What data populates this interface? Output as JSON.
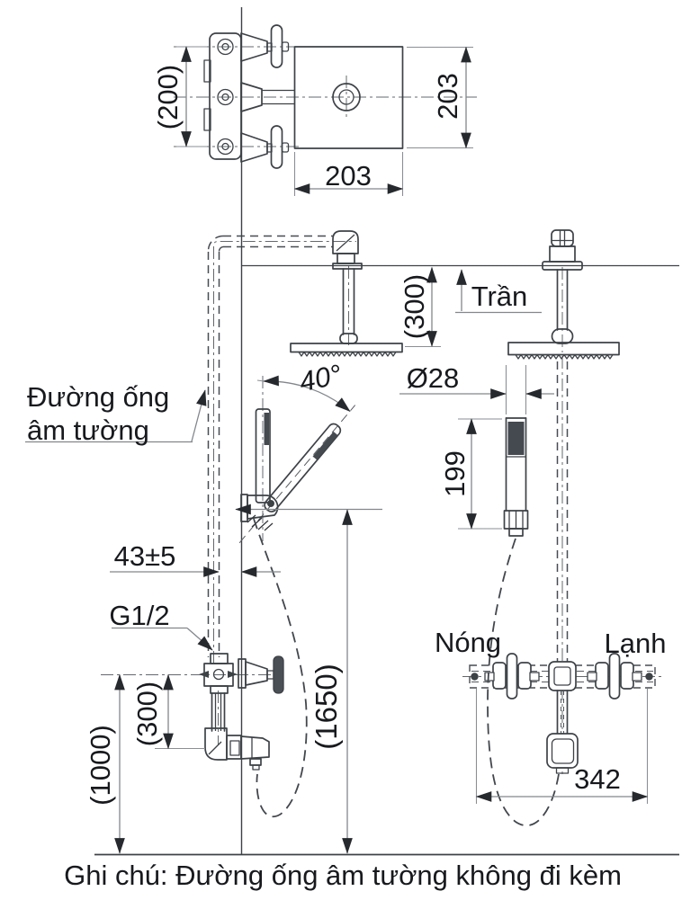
{
  "drawing": {
    "top_view": {
      "dim_mount_height": "(200)",
      "dim_plate_width": "203",
      "dim_plate_height": "203"
    },
    "left_view": {
      "pipe_label_line1": "Đường ống",
      "pipe_label_line2": "âm tường",
      "dim_ceiling_to_head": "(300)",
      "angle_label": "40°",
      "dim_pipe_to_wall": "43±5",
      "thread_label": "G1/2",
      "dim_floor_to_holder": "(1650)",
      "dim_valve_to_spout": "(300)",
      "dim_floor_to_valve": "(1000)"
    },
    "right_view": {
      "ceiling_label": "Trần",
      "dim_handshower_diameter": "Ø28",
      "dim_handshower_length": "199",
      "hot_label": "Nóng",
      "cold_label": "Lạnh",
      "dim_valve_spacing": "342"
    },
    "note": "Ghi chú: Đường ống âm tường không đi kèm"
  }
}
